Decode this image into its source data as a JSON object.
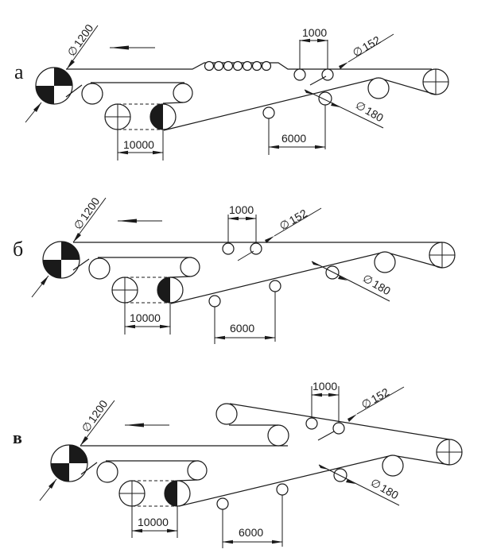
{
  "figure": {
    "title": "Belt conveyor / dryer roll arrangement schemes",
    "panels": [
      {
        "id": "a",
        "label": "а",
        "drive_drum_diameter": "1200",
        "small_roll_diameter": "152",
        "support_roll_diameter": "180",
        "roll_spacing": "1000",
        "support_spacing": "6000",
        "tension_travel": "10000",
        "has_roll_chain": true,
        "direction": "left"
      },
      {
        "id": "b",
        "label": "б",
        "drive_drum_diameter": "1200",
        "small_roll_diameter": "152",
        "support_roll_diameter": "180",
        "roll_spacing": "1000",
        "support_spacing": "6000",
        "tension_travel": "10000",
        "has_roll_chain": false,
        "direction": "left"
      },
      {
        "id": "v",
        "label": "в",
        "drive_drum_diameter": "1200",
        "small_roll_diameter": "152",
        "support_roll_diameter": "180",
        "roll_spacing": "1000",
        "support_spacing": "6000",
        "tension_travel": "10000",
        "has_roll_chain": false,
        "direction": "left"
      }
    ],
    "diameter_symbol": "∅"
  }
}
